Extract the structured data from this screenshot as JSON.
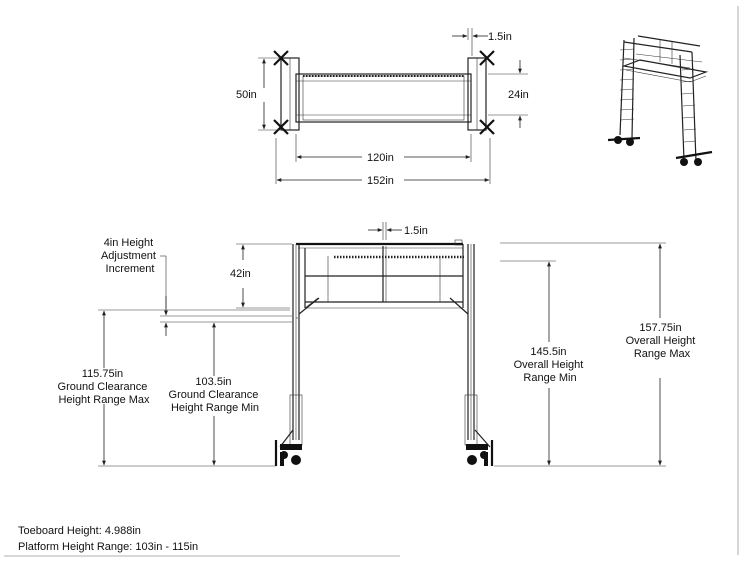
{
  "top_view": {
    "post_offset": "1.5in",
    "width_outer": "50in",
    "width_inner": "24in",
    "length_inner": "120in",
    "length_outer": "152in"
  },
  "side_view": {
    "post_offset": "1.5in",
    "increment": [
      "4in Height",
      "Adjustment",
      "Increment"
    ],
    "rail_height": "42in",
    "clearance_max": [
      "115.75in",
      "Ground Clearance",
      "Height Range Max"
    ],
    "clearance_min": [
      "103.5in",
      "Ground Clearance",
      "Height Range Min"
    ],
    "overall_min": [
      "145.5in",
      "Overall Height",
      "Range Min"
    ],
    "overall_max": [
      "157.75in",
      "Overall Height",
      "Range Max"
    ]
  },
  "notes": {
    "toeboard": "Toeboard Height: 4.988in",
    "platform_range": "Platform Height Range: 103in - 115in"
  }
}
